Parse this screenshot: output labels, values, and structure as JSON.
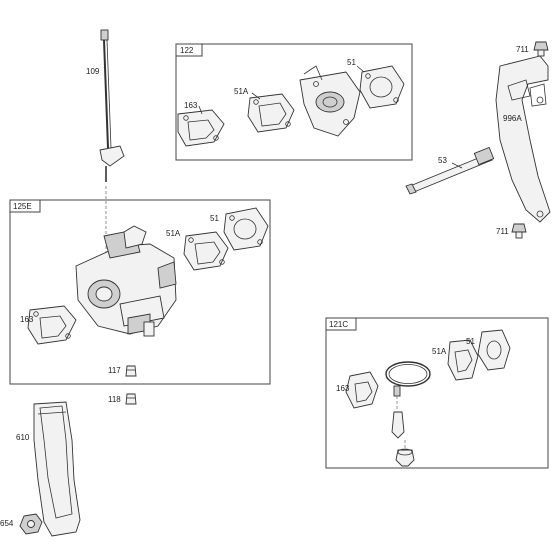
{
  "callouts": {
    "c109": "109",
    "c122": "122",
    "c163a": "163",
    "c51Aa": "51A",
    "c51a": "51",
    "c711a": "711",
    "c996A": "996A",
    "c53": "53",
    "c711b": "711",
    "c125E": "125E",
    "c51Ab": "51A",
    "c51b": "51",
    "c163b": "163",
    "c117": "117",
    "c118": "118",
    "c121C": "121C",
    "c51Ac": "51A",
    "c51c": "51",
    "c163c": "163",
    "c610": "610",
    "c654": "654"
  }
}
